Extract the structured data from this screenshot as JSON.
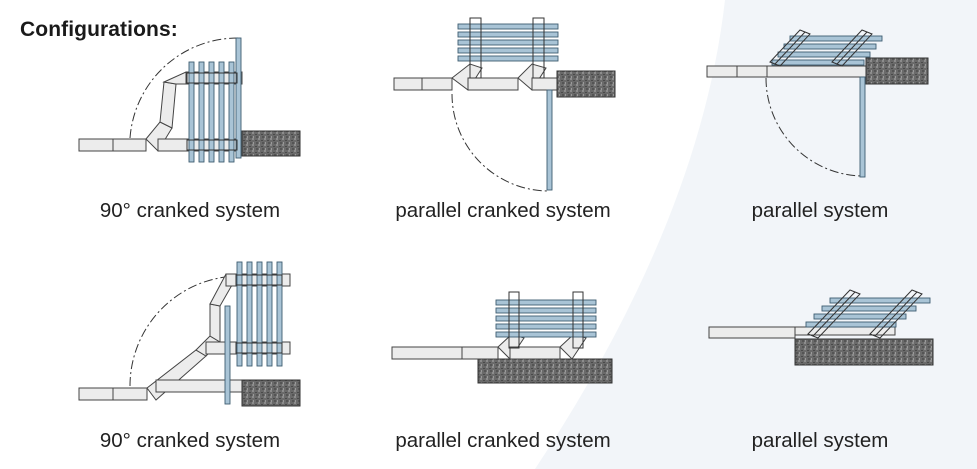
{
  "heading": "Configurations:",
  "colors": {
    "deck": "#ececec",
    "outline": "#444444",
    "glass_blue": "#a9c4d6",
    "rock": "#6e6e6e",
    "background_swoosh": "#f2f5f9"
  },
  "configurations": [
    {
      "caption": "90° cranked system"
    },
    {
      "caption": "parallel cranked system"
    },
    {
      "caption": "parallel system"
    },
    {
      "caption": "90° cranked system"
    },
    {
      "caption": "parallel cranked system"
    },
    {
      "caption": "parallel system"
    }
  ]
}
